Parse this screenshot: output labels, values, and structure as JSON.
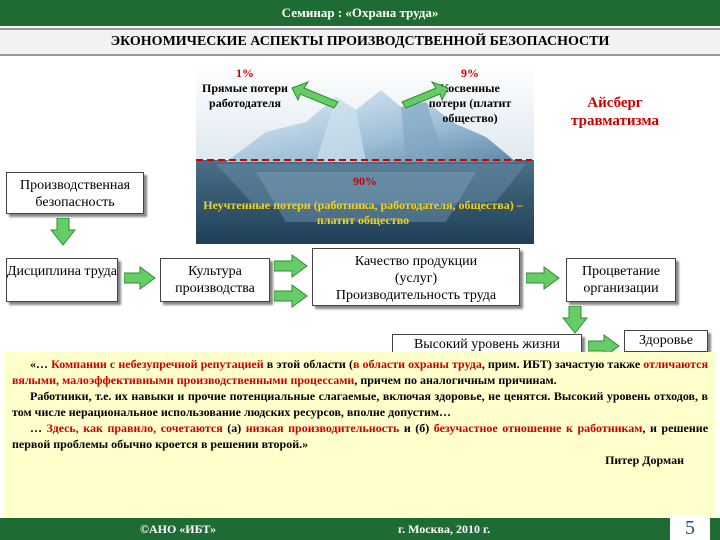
{
  "header": {
    "seminar": "Семинар : «Охрана труда»",
    "title": "ЭКОНОМИЧЕСКИЕ АСПЕКТЫ ПРОИЗВОДСТВЕННОЙ БЕЗОПАСНОСТИ"
  },
  "iceberg": {
    "direct_pct": "1%",
    "direct_text": "Прямые потери работодателя",
    "indirect_pct": "9%",
    "indirect_text": "Косвенные потери (платит общество)",
    "hidden_pct": "90%",
    "hidden_text": "Неучтенные потери (работника, работодателя, общества) – платит общество",
    "caption": "Айсберг травматизма"
  },
  "flow": {
    "safety": "Производственная безопасность",
    "discipline": "Дисциплина труда",
    "culture": "Культура производства",
    "quality": "Качество продукции (услуг)",
    "productivity": "Производительность труда",
    "prosperity": "Процветание организации",
    "living": "Высокий уровень жизни",
    "health": "Здоровье"
  },
  "quote": {
    "p1_a": "«… ",
    "p1_b": "Компании с небезупречной репутацией",
    "p1_c": " в этой области (",
    "p1_d": "в области охраны труда",
    "p1_e": ", прим. ИБТ) зачастую также ",
    "p1_f": "отличаются вялыми, малоэффективными производственными процессами",
    "p1_g": ", причем по аналогичным причинам.",
    "p2": "Работники, т.е. их навыки и прочие потенциальные слагаемые, включая здоровье, не ценятся. Высокий уровень отходов, в том числе нерациональное использование людских ресурсов, вполне допустим…",
    "p3_a": "… ",
    "p3_b": "Здесь, как правило, сочетаются",
    "p3_c": " (а) ",
    "p3_d": "низкая производительность",
    "p3_e": " и (б) ",
    "p3_f": "безучастное отношение к работникам",
    "p3_g": ", и решение первой проблемы обычно кроется в решении второй.»",
    "author": "Питер Дорман"
  },
  "footer": {
    "org": "©АНО «ИБТ»",
    "city": "г. Москва,  2010 г.",
    "page": "5"
  }
}
